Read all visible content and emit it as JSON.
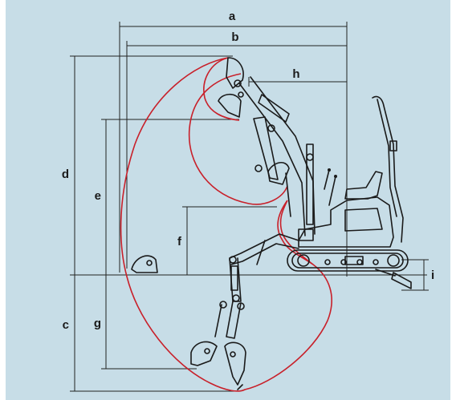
{
  "diagram": {
    "colors": {
      "background": "#c7dde7",
      "envelope": "#c8202a",
      "lines": "#222222"
    },
    "labels": {
      "a": "a",
      "b": "b",
      "c": "c",
      "d": "d",
      "e": "e",
      "f": "f",
      "g": "g",
      "h": "h",
      "i": "i"
    }
  }
}
